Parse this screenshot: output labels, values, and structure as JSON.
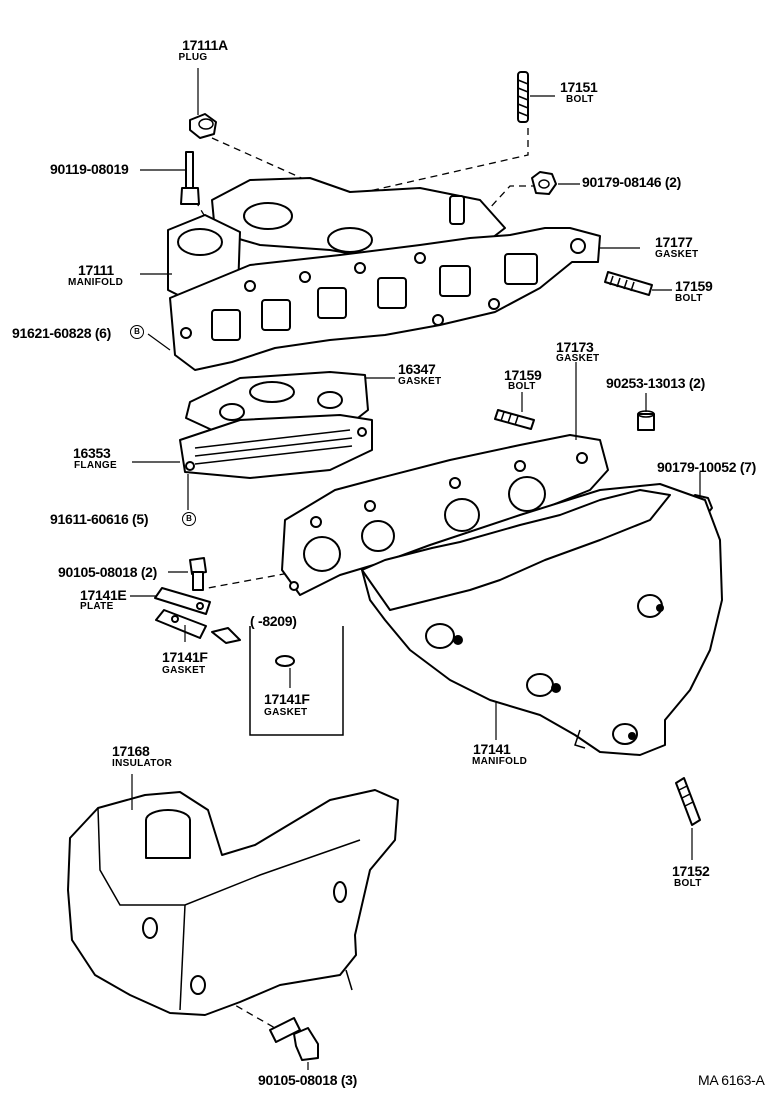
{
  "parts": {
    "p17111a": {
      "num": "17111A",
      "name": "PLUG"
    },
    "p17151": {
      "num": "17151",
      "name": "BOLT"
    },
    "p90119": {
      "num": "90119-08019"
    },
    "p90179_08146": {
      "num": "90179-08146 (2)"
    },
    "p17111": {
      "num": "17111",
      "name": "MANIFOLD"
    },
    "p17177": {
      "num": "17177",
      "name": "GASKET"
    },
    "p17159a": {
      "num": "17159",
      "name": "BOLT"
    },
    "p91621": {
      "num": "91621-60828 (6)",
      "symbol": "B"
    },
    "p16347": {
      "num": "16347",
      "name": "GASKET"
    },
    "p17173": {
      "num": "17173",
      "name": "GASKET"
    },
    "p17159b": {
      "num": "17159",
      "name": "BOLT"
    },
    "p90253": {
      "num": "90253-13013 (2)"
    },
    "p16353": {
      "num": "16353",
      "name": "FLANGE"
    },
    "p90179_10052": {
      "num": "90179-10052 (7)"
    },
    "p91611": {
      "num": "91611-60616 (5)",
      "symbol": "B"
    },
    "p90105a": {
      "num": "90105-08018 (2)"
    },
    "p17141e": {
      "num": "17141E",
      "name": "PLATE"
    },
    "p8209": {
      "num": "(    -8209)"
    },
    "p17141f": {
      "num": "17141F",
      "name": "GASKET"
    },
    "p17141f_box": {
      "num": "17141F",
      "name": "GASKET"
    },
    "p17141": {
      "num": "17141",
      "name": "MANIFOLD"
    },
    "p17168": {
      "num": "17168",
      "name": "INSULATOR"
    },
    "p17152": {
      "num": "17152",
      "name": "BOLT"
    },
    "p90105b": {
      "num": "90105-08018 (3)"
    }
  },
  "footer": {
    "code": "MA  6163-A"
  }
}
